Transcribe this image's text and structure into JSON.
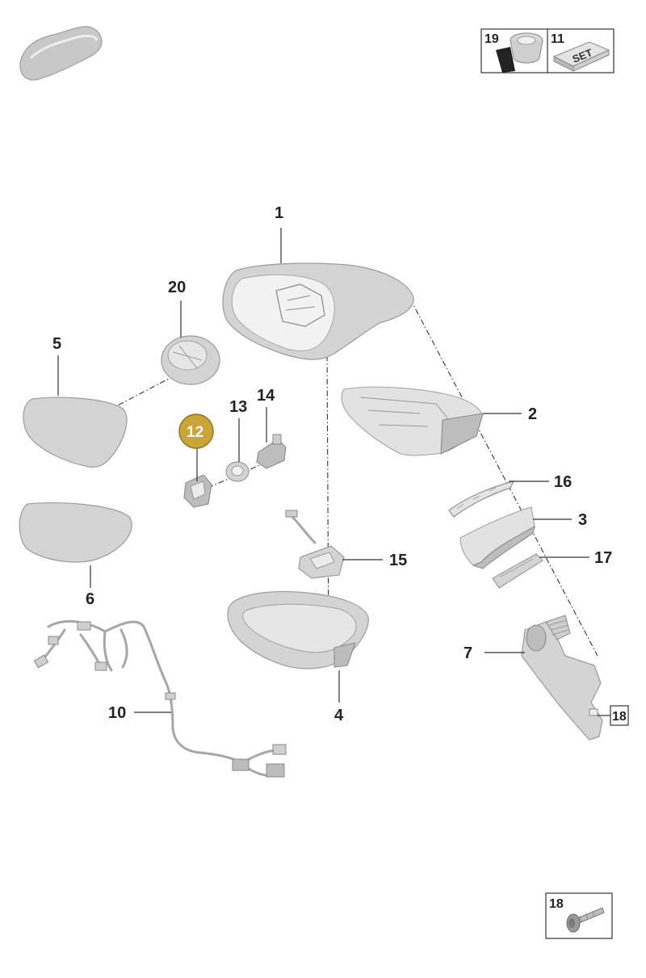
{
  "labels": {
    "p1": "1",
    "p2": "2",
    "p3": "3",
    "p4": "4",
    "p5": "5",
    "p6": "6",
    "p7": "7",
    "p10": "10",
    "p12": "12",
    "p13": "13",
    "p14": "14",
    "p15": "15",
    "p16": "16",
    "p17": "17",
    "p18": "18",
    "p20": "20"
  },
  "legend": {
    "item19": "19",
    "item11": "11",
    "set_text": "SET",
    "screw_box": "18"
  },
  "colors": {
    "highlight": "#c9a53a",
    "part_fill": "#d4d4d4",
    "line": "#333333"
  },
  "icons": {
    "car": "car-silhouette-icon",
    "tape": "adhesive-tape-icon",
    "set": "set-block-icon",
    "screw": "screw-icon"
  }
}
